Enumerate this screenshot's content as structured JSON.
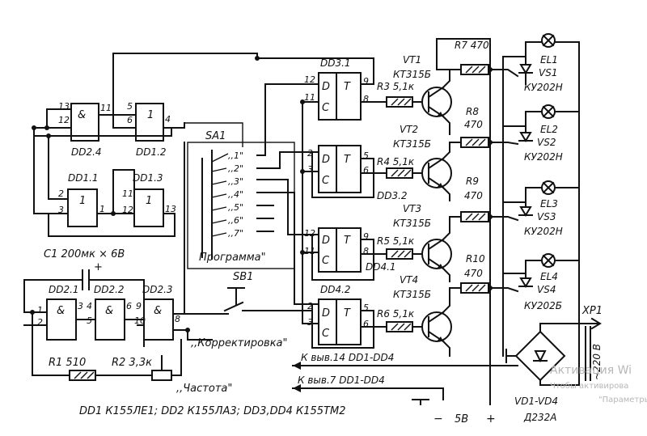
{
  "gates": {
    "dd24": {
      "label": "DD2.4",
      "sym": "&",
      "pins": [
        "13",
        "12",
        "11"
      ]
    },
    "dd12": {
      "label": "DD1.2",
      "sym": "1",
      "pins": [
        "5",
        "6",
        "4"
      ]
    },
    "dd11": {
      "label": "DD1.1",
      "sym": "1",
      "pins": [
        "2",
        "3",
        "1"
      ]
    },
    "dd13": {
      "label": "DD1.3",
      "sym": "1",
      "pins": [
        "11",
        "12",
        "13"
      ]
    },
    "dd21": {
      "label": "DD2.1",
      "sym": "&",
      "pins": [
        "1",
        "2",
        "3"
      ]
    },
    "dd22": {
      "label": "DD2.2",
      "sym": "&",
      "pins": [
        "4",
        "5",
        "6"
      ]
    },
    "dd23": {
      "label": "DD2.3",
      "sym": "&",
      "pins": [
        "9",
        "10",
        "8"
      ]
    }
  },
  "triggers": [
    {
      "label": "DD3.1",
      "pins": [
        "12",
        "11",
        "9",
        "8"
      ]
    },
    {
      "label": "DD3.2",
      "pins": [
        "2",
        "3",
        "5",
        "6"
      ]
    },
    {
      "label": "DD4.1",
      "pins": [
        "12",
        "11",
        "9",
        "8"
      ]
    },
    {
      "label": "DD4.2",
      "pins": [
        "2",
        "3",
        "5",
        "6"
      ]
    }
  ],
  "trigger_letters": {
    "d": "D",
    "c": "C",
    "t": "T"
  },
  "transistors": [
    {
      "vt": "VT1",
      "type": "КТ315Б",
      "rb": "R3 5,1к",
      "rc": "R7 470"
    },
    {
      "vt": "VT2",
      "type": "КТ315Б",
      "rb": "R4 5,1к",
      "rc": "R8"
    },
    {
      "vt": "VT3",
      "type": "КТ315Б",
      "rb": "R5 5,1к",
      "rc": "R9"
    },
    {
      "vt": "VT4",
      "type": "КТ315Б",
      "rb": "R6 5,1к",
      "rc": "R10"
    }
  ],
  "r470": "470",
  "lamps": [
    {
      "el": "EL1",
      "vs": "VS1",
      "thy": "КУ202Н"
    },
    {
      "el": "EL2",
      "vs": "VS2",
      "thy": "КУ202Н"
    },
    {
      "el": "EL3",
      "vs": "VS3",
      "thy": "КУ202Н"
    },
    {
      "el": "EL4",
      "vs": "VS4",
      "thy": "КУ202Б"
    }
  ],
  "switch": {
    "label": "SA1",
    "positions": [
      ",,1\"",
      ",,2\"",
      ",,3\"",
      ",,4\"",
      ",,5\"",
      ",,6\"",
      ",,7\""
    ],
    "caption": "Программа\""
  },
  "sb1": "SB1",
  "c1": "C1  200мк × 6В",
  "c1_plus": "+",
  "r1": "R1  510",
  "r2": "R2  3,3к",
  "korr": ",,Корректировка\"",
  "chast": ",,Частота\"",
  "pwr14": "К выв.14 DD1-DD4",
  "pwr7": "К выв.7 DD1-DD4",
  "v5": "5В",
  "minus": "−",
  "plus": "+",
  "bridge": {
    "vd": "VD1-VD4",
    "type": "Д232А"
  },
  "xp1": "XP1",
  "v220": "~220 В",
  "footer": "DD1  К155ЛЕ1; DD2  К155ЛА3; DD3,DD4  К155ТМ2",
  "watermark": {
    "line1": "Активация Wi",
    "line2": "Чтобы активирова",
    "line3": "\"Параметры\"."
  }
}
